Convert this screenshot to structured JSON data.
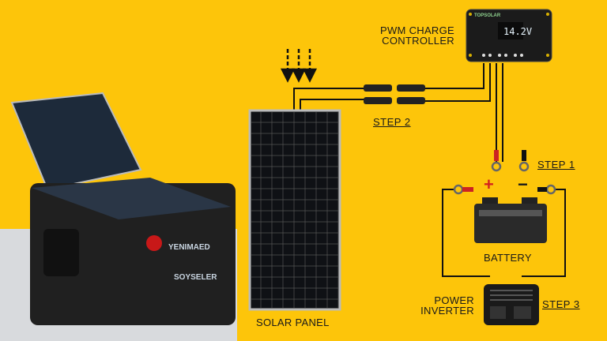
{
  "labels": {
    "controller": [
      "PWM CHARGE",
      "CONTROLLER"
    ],
    "solar_panel": "SOLAR PANEL",
    "battery": "BATTERY",
    "inverter": [
      "POWER",
      "INVERTER"
    ]
  },
  "steps": {
    "step1": "STEP 1",
    "step2": "STEP 2",
    "step3": "STEP 3"
  },
  "controller_display": {
    "brand": "TOPSOLAR",
    "voltage": "14.2V"
  },
  "battery_box": {
    "brand": "YENIMAED",
    "model": "SOYSELER"
  },
  "polarity": {
    "plus": "+",
    "minus": "−"
  },
  "colors": {
    "background": "#FDC50A",
    "positive": "#d3231e",
    "wire": "#111111"
  }
}
